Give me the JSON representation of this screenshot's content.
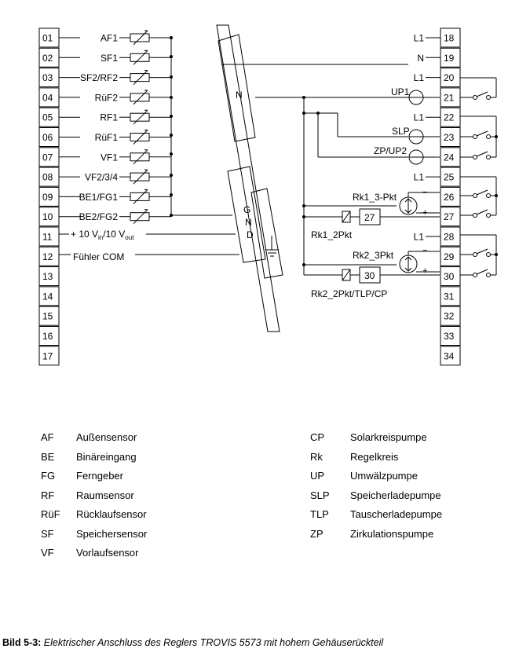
{
  "left_terminals": [
    {
      "num": "01",
      "label": "AF1"
    },
    {
      "num": "02",
      "label": "SF1"
    },
    {
      "num": "03",
      "label": "SF2/RF2"
    },
    {
      "num": "04",
      "label": "RüF2"
    },
    {
      "num": "05",
      "label": "RF1"
    },
    {
      "num": "06",
      "label": "RüF1"
    },
    {
      "num": "07",
      "label": "VF1"
    },
    {
      "num": "08",
      "label": "VF2/3/4"
    },
    {
      "num": "09",
      "label": "BE1/FG1"
    },
    {
      "num": "10",
      "label": "BE2/FG2"
    },
    {
      "num": "11",
      "label": ""
    },
    {
      "num": "12",
      "label": "Fühler COM"
    },
    {
      "num": "13",
      "label": ""
    },
    {
      "num": "14",
      "label": ""
    },
    {
      "num": "15",
      "label": ""
    },
    {
      "num": "16",
      "label": ""
    },
    {
      "num": "17",
      "label": ""
    }
  ],
  "t11": {
    "prefix": "+ 10 V",
    "sub1": "in",
    "mid": "/10 V",
    "sub2": "out"
  },
  "right_terminals": [
    {
      "num": "18",
      "label": "L1"
    },
    {
      "num": "19",
      "label": "N"
    },
    {
      "num": "20",
      "label": "L1"
    },
    {
      "num": "21",
      "label": ""
    },
    {
      "num": "22",
      "label": "L1"
    },
    {
      "num": "23",
      "label": ""
    },
    {
      "num": "24",
      "label": ""
    },
    {
      "num": "25",
      "label": "L1"
    },
    {
      "num": "26",
      "label": ""
    },
    {
      "num": "27",
      "label": ""
    },
    {
      "num": "28",
      "label": "L1"
    },
    {
      "num": "29",
      "label": ""
    },
    {
      "num": "30",
      "label": ""
    },
    {
      "num": "31",
      "label": ""
    },
    {
      "num": "32",
      "label": ""
    },
    {
      "num": "33",
      "label": ""
    },
    {
      "num": "34",
      "label": ""
    }
  ],
  "bus": {
    "n_label": "N",
    "gnd": [
      "G",
      "N",
      "D"
    ]
  },
  "pumps": {
    "up1": "UP1",
    "slp": "SLP",
    "zp": "ZP/UP2"
  },
  "valves": {
    "rk1_3": "Rk1_3-Pkt",
    "rk1_2": "Rk1_2Pkt",
    "rk2_3": "Rk2_3Pkt",
    "rk2_2": "Rk2_2Pkt/TLP/CP",
    "relay1": "27",
    "relay2": "30",
    "minus": "−",
    "plus": "+"
  },
  "legend_left": [
    {
      "abbr": "AF",
      "desc": "Außensensor"
    },
    {
      "abbr": "BE",
      "desc": "Binäreingang"
    },
    {
      "abbr": "FG",
      "desc": "Ferngeber"
    },
    {
      "abbr": "RF",
      "desc": "Raumsensor"
    },
    {
      "abbr": "RüF",
      "desc": "Rücklaufsensor"
    },
    {
      "abbr": "SF",
      "desc": "Speichersensor"
    },
    {
      "abbr": "VF",
      "desc": "Vorlaufsensor"
    }
  ],
  "legend_right": [
    {
      "abbr": "CP",
      "desc": "Solarkreispumpe"
    },
    {
      "abbr": "Rk",
      "desc": "Regelkreis"
    },
    {
      "abbr": "UP",
      "desc": "Umwälzpumpe"
    },
    {
      "abbr": "SLP",
      "desc": "Speicherladepumpe"
    },
    {
      "abbr": "TLP",
      "desc": "Tauscherladepumpe"
    },
    {
      "abbr": "ZP",
      "desc": "Zirkulationspumpe"
    }
  ],
  "caption": {
    "label": "Bild 5-3:",
    "text": "Elektrischer Anschluss des Reglers TROVIS 5573 mit hohem Gehäuserückteil"
  }
}
